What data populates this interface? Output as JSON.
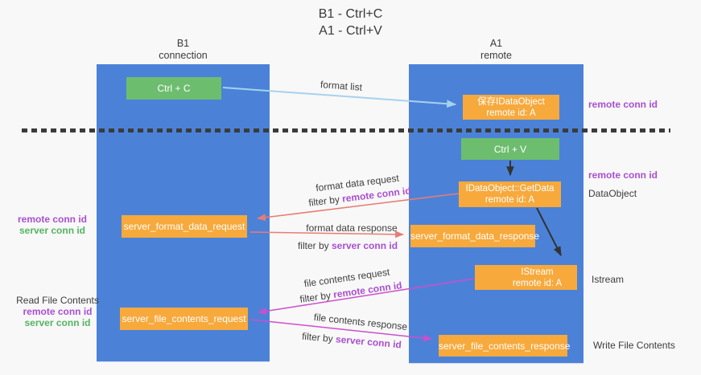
{
  "title": {
    "line1": "B1 - Ctrl+C",
    "line2": "A1 - Ctrl+V"
  },
  "columns": {
    "left": {
      "name": "B1",
      "subtitle": "connection"
    },
    "right": {
      "name": "A1",
      "subtitle": "remote"
    }
  },
  "boxes": {
    "ctrl_c": {
      "label": "Ctrl + C"
    },
    "ctrl_v": {
      "label": "Ctrl + V"
    },
    "save_idataobject": {
      "line1": "保存IDataObject",
      "line2": "remote id: A"
    },
    "idataobject_getdata": {
      "line1": "IDataObject::GetData",
      "line2": "remote id: A"
    },
    "istream": {
      "line1": "IStream",
      "line2": "remote id: A"
    },
    "server_format_data_request": {
      "label": "server_format_data_request"
    },
    "server_format_data_response": {
      "label": "server_format_data_response"
    },
    "server_file_contents_request": {
      "label": "server_file_contents_request"
    },
    "server_file_contents_response": {
      "label": "server_file_contents_response"
    }
  },
  "flow_labels": {
    "format_list": "format list",
    "format_data_request": "format data request",
    "format_data_request_filter_prefix": "filter by ",
    "format_data_request_filter_key": "remote conn id",
    "format_data_response": "format data response",
    "format_data_response_filter_prefix": "filter by ",
    "format_data_response_filter_key": "server conn id",
    "file_contents_request": "file contents request",
    "file_contents_request_filter_prefix": "filter by ",
    "file_contents_request_filter_key": "remote conn id",
    "file_contents_response": "file contents response",
    "file_contents_response_filter_prefix": "filter by ",
    "file_contents_response_filter_key": "server conn id"
  },
  "left_annotations": {
    "format_remote_conn_id": "remote conn id",
    "format_server_conn_id": "server conn id",
    "read_file_contents": "Read File Contents",
    "file_remote_conn_id": "remote conn id",
    "file_server_conn_id": "server conn id"
  },
  "right_annotations": {
    "top_remote_conn_id": "remote conn id",
    "mid_remote_conn_id": "remote conn id",
    "dataobject": "DataObject",
    "istream": "Istream",
    "write_file_contents": "Write File Contents"
  },
  "colors": {
    "column_blue": "#4b82d8",
    "box_orange": "#f7a93c",
    "box_green": "#6dbd6e",
    "purple_text": "#a94fd1",
    "green_text": "#54b45f",
    "red_arrow": "#e87c74",
    "magenta_arrow": "#cd4ecd",
    "blue_arrow": "#a6d2ee",
    "black_arrow": "#333333",
    "dashed_line": "#3b3b3b"
  }
}
